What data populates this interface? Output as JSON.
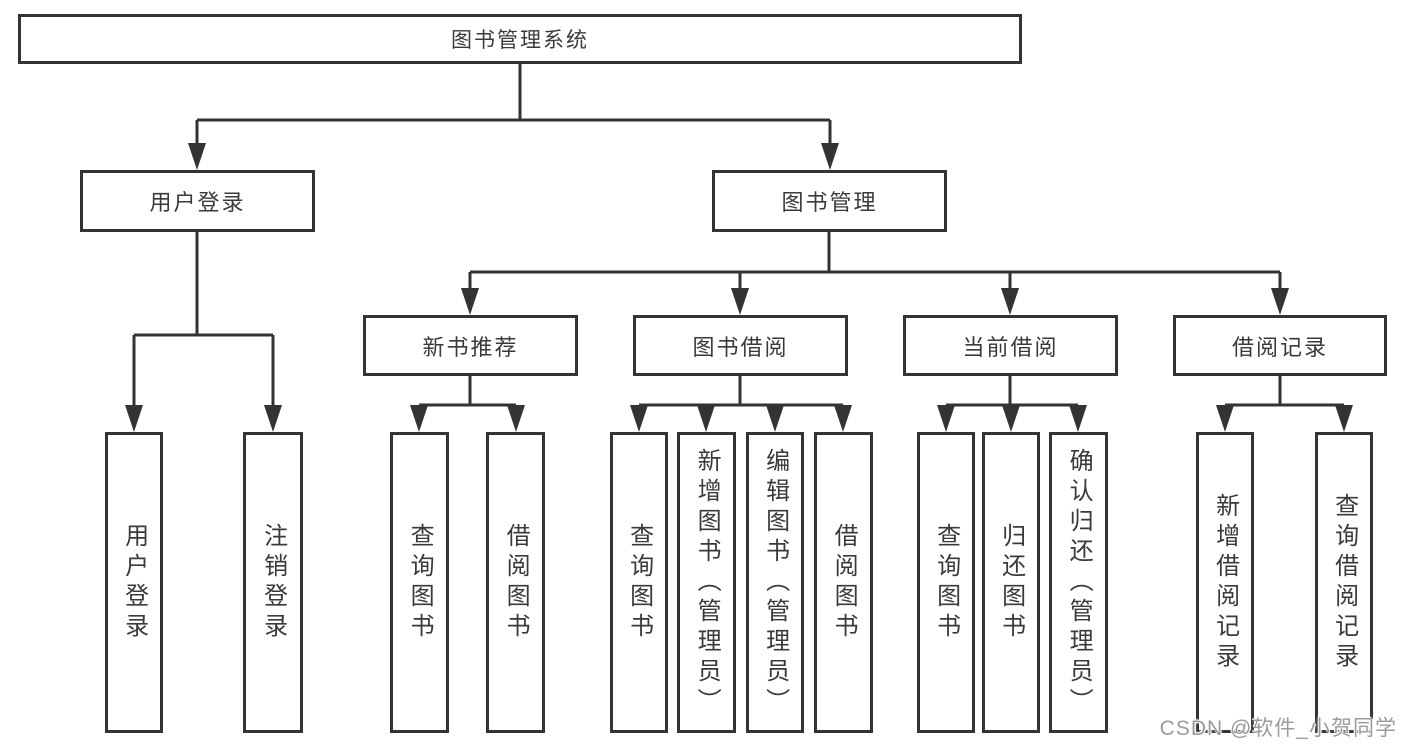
{
  "tree": {
    "label": "图书管理系统",
    "children": [
      {
        "label": "用户登录",
        "children": [
          {
            "label": "用户登录"
          },
          {
            "label": "注销登录"
          }
        ]
      },
      {
        "label": "图书管理",
        "children": [
          {
            "label": "新书推荐",
            "children": [
              {
                "label": "查询图书"
              },
              {
                "label": "借阅图书"
              }
            ]
          },
          {
            "label": "图书借阅",
            "children": [
              {
                "label": "查询图书"
              },
              {
                "label": "新增图书（管理员）"
              },
              {
                "label": "编辑图书（管理员）"
              },
              {
                "label": "借阅图书"
              }
            ]
          },
          {
            "label": "当前借阅",
            "children": [
              {
                "label": "查询图书"
              },
              {
                "label": "归还图书"
              },
              {
                "label": "确认归还（管理员）"
              }
            ]
          },
          {
            "label": "借阅记录",
            "children": [
              {
                "label": "新增借阅记录"
              },
              {
                "label": "查询借阅记录"
              }
            ]
          }
        ]
      }
    ]
  },
  "colors": {
    "line": "#333333",
    "text": "#3a3a3a",
    "watermark": "#9b9b9b",
    "background": "#ffffff"
  },
  "watermark": {
    "text": "CSDN @软件_小贺同学"
  }
}
